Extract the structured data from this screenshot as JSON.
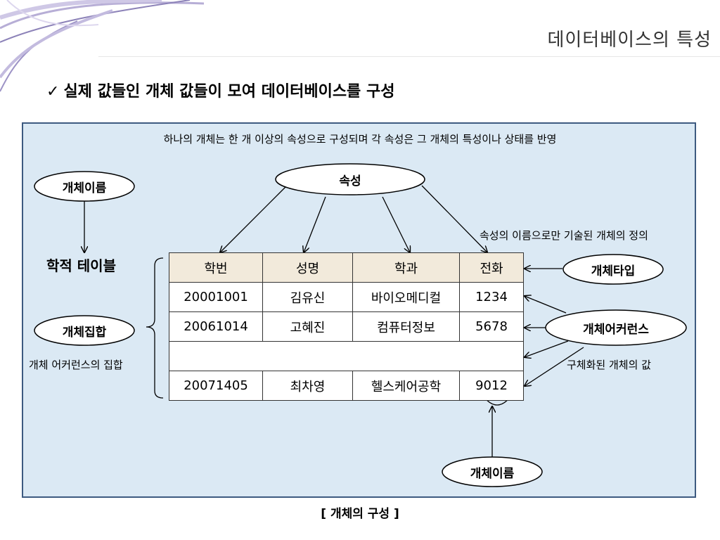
{
  "header": {
    "page_title": "데이터베이스의 특성",
    "heading": "실제 값들인 개체 값들이 모여 데이터베이스를 구성",
    "heading_icon": "check-icon"
  },
  "diagram": {
    "caption_top": "하나의 개체는 한 개 이상의 속성으로 구성되며 각 속성은 그 개체의 특성이나 상태를 반영",
    "attribute_oval": "속성",
    "attribute_note": "속성의 이름으로만 기술된 개체의 정의",
    "entity_name_oval_left": "개체이름",
    "table_name": "학적 테이블",
    "entity_set_oval": "개체집합",
    "entity_set_note": "개체 어커런스의 집합",
    "entity_type_oval": "개체타입",
    "entity_occurrence_oval": "개체어커런스",
    "entity_occurrence_note": "구체화된 개체의 값",
    "entity_name_oval_bottom": "개체이름",
    "caption_bottom": "[ 개체의 구성 ]"
  },
  "table": {
    "headers": [
      "학번",
      "성명",
      "학과",
      "전화"
    ],
    "rows": [
      [
        "20001001",
        "김유신",
        "바이오메디컬",
        "1234"
      ],
      [
        "20061014",
        "고혜진",
        "컴퓨터정보",
        "5678"
      ],
      [
        "",
        "",
        "",
        ""
      ],
      [
        "20071405",
        "최차영",
        "헬스케어공학",
        "9012"
      ]
    ]
  },
  "colors": {
    "panel_background": "#dbe9f4",
    "panel_border": "#3d5a80",
    "table_header_background": "#f2eadb",
    "decoration": "#8c82b8"
  }
}
